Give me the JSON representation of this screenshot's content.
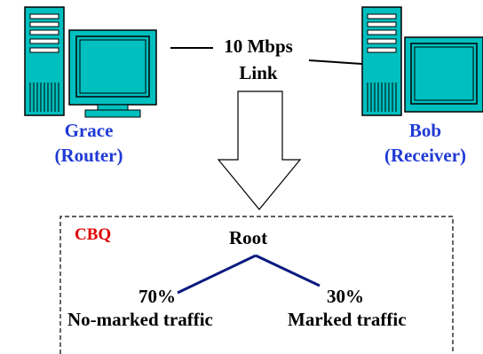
{
  "link": {
    "line1": "10 Mbps",
    "line2": "Link"
  },
  "nodes": {
    "grace": {
      "name": "Grace",
      "role": "(Router)"
    },
    "bob": {
      "name": "Bob",
      "role": "(Receiver)"
    }
  },
  "cbq": {
    "label": "CBQ",
    "root": "Root",
    "left_class": {
      "percent": "70%",
      "name": "No-marked traffic"
    },
    "right_class": {
      "percent": "30%",
      "name": "Marked traffic"
    }
  },
  "colors": {
    "node_label": "#1f3ad6",
    "cbq_label": "#e00000",
    "tree_line": "#0b1a80",
    "computer_body": "#00bfbf"
  },
  "icons": [
    "computer-icon",
    "down-arrow-icon"
  ]
}
